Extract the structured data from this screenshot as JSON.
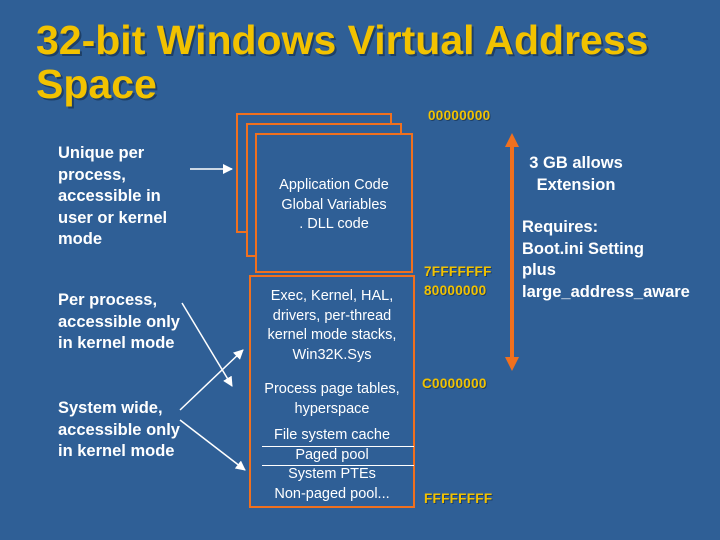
{
  "title": "32-bit Windows Virtual Address Space",
  "left_labels": {
    "unique": "Unique per process, accessible in user or kernel mode",
    "per_process": "Per process, accessible only in kernel mode",
    "system_wide": "System wide, accessible only in kernel mode"
  },
  "addresses": {
    "start": "00000000",
    "user_end": "7FFFFFFF",
    "kernel_start": "80000000",
    "c_start": "C0000000",
    "end": "FFFFFFFF"
  },
  "regions": {
    "app_lines": [
      "Application Code",
      "Global Variables",
      ". DLL code"
    ],
    "exec_lines": [
      "Exec, Kernel, HAL,",
      "drivers, per-thread",
      "kernel mode stacks,",
      "Win32K.Sys"
    ],
    "ptables_lines": [
      "Process page tables,",
      "hyperspace"
    ],
    "system_items": [
      "File system cache",
      "Paged pool",
      "System PTEs",
      "Non-paged pool..."
    ]
  },
  "right": {
    "extension": "3 GB allows Extension",
    "requires_lines": [
      "Requires:",
      "Boot.ini Setting",
      "plus",
      "large_address_aware"
    ]
  },
  "colors": {
    "background": "#2f5f96",
    "title": "#f2c200",
    "address": "#f2c200",
    "box_border": "#f0701e",
    "arrow": "#f0701e"
  }
}
